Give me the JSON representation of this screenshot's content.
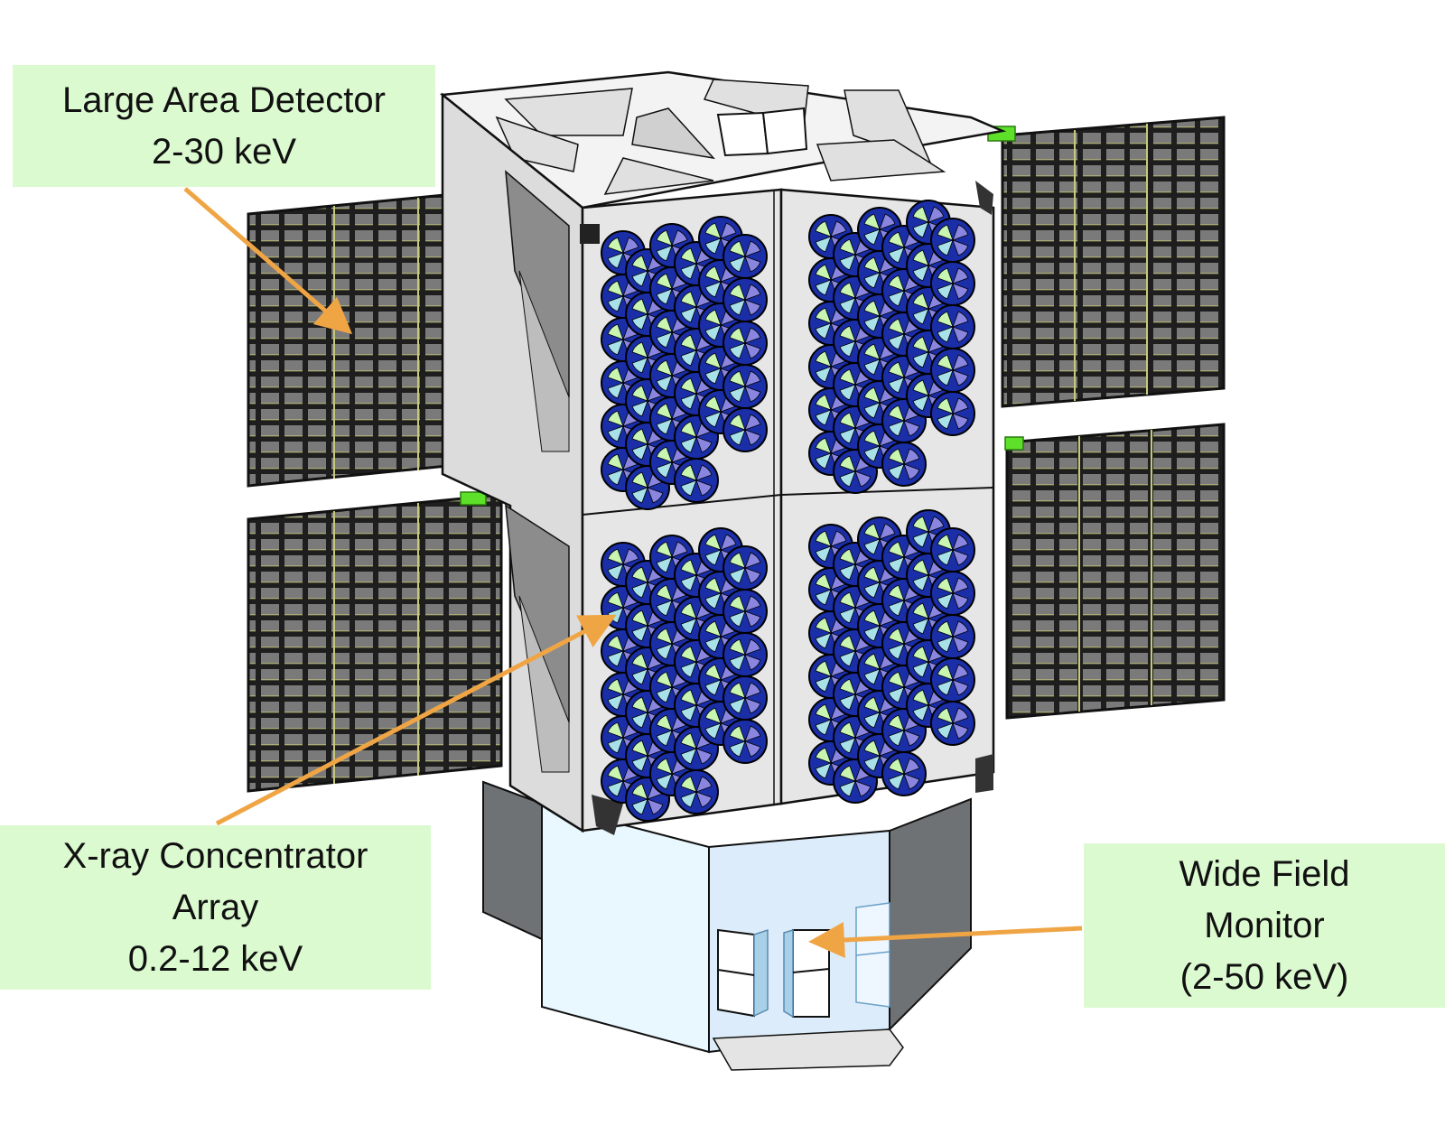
{
  "figure": {
    "subject": "satellite-with-x-ray-instruments",
    "callouts": [
      {
        "id": "large-area-detector",
        "lines": [
          "Large Area Detector",
          "2-30 keV"
        ],
        "points_to": "solar-panel-like-detector-array"
      },
      {
        "id": "x-ray-concentrator-array",
        "lines": [
          "X-ray Concentrator",
          "Array",
          "0.2-12 keV"
        ],
        "points_to": "concentrator-modules-on-front-face"
      },
      {
        "id": "wide-field-monitor",
        "lines": [
          "Wide Field",
          "Monitor",
          "(2-50 keV)"
        ],
        "points_to": "camera-units-on-lower-bus"
      }
    ]
  },
  "colors": {
    "callout_bg": "#dcfad0",
    "arrow": "#f0a545",
    "panel_dark": "#2b2b2b",
    "panel_cell": "#7a7a7a",
    "panel_line": "#c8c87a",
    "body_light": "#e6e6e6",
    "frame_gray": "#9a9a9a",
    "bus_dark": "#6f7275",
    "bus_light": "#e6f4ff",
    "module_blue": "#1a2ea8",
    "module_lilac": "#8a86e0",
    "module_cyan": "#a8e2e8",
    "module_green": "#c8f5b0",
    "latch_green": "#5ee02a"
  }
}
